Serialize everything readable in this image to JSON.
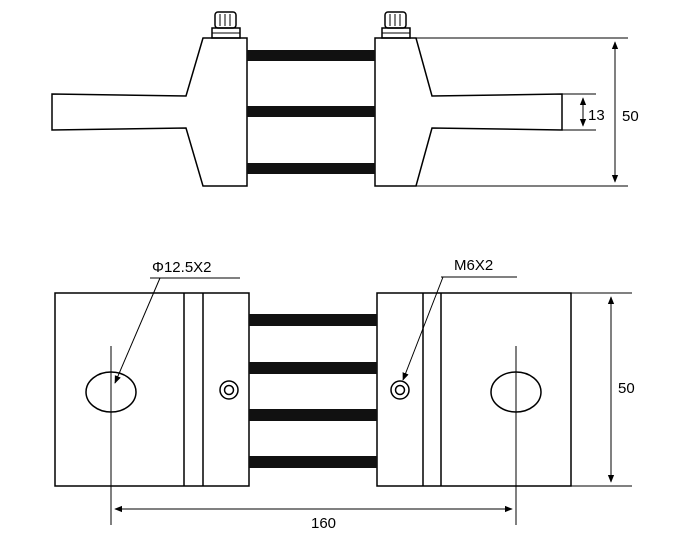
{
  "top_view": {
    "dim_height": "50",
    "dim_bar": "13"
  },
  "front_view": {
    "hole_label": "Φ12.5X2",
    "screw_label": "M6X2",
    "dim_height": "50",
    "dim_spacing": "160"
  },
  "colors": {
    "line": "#000000",
    "bar": "#111111",
    "background": "#ffffff"
  }
}
